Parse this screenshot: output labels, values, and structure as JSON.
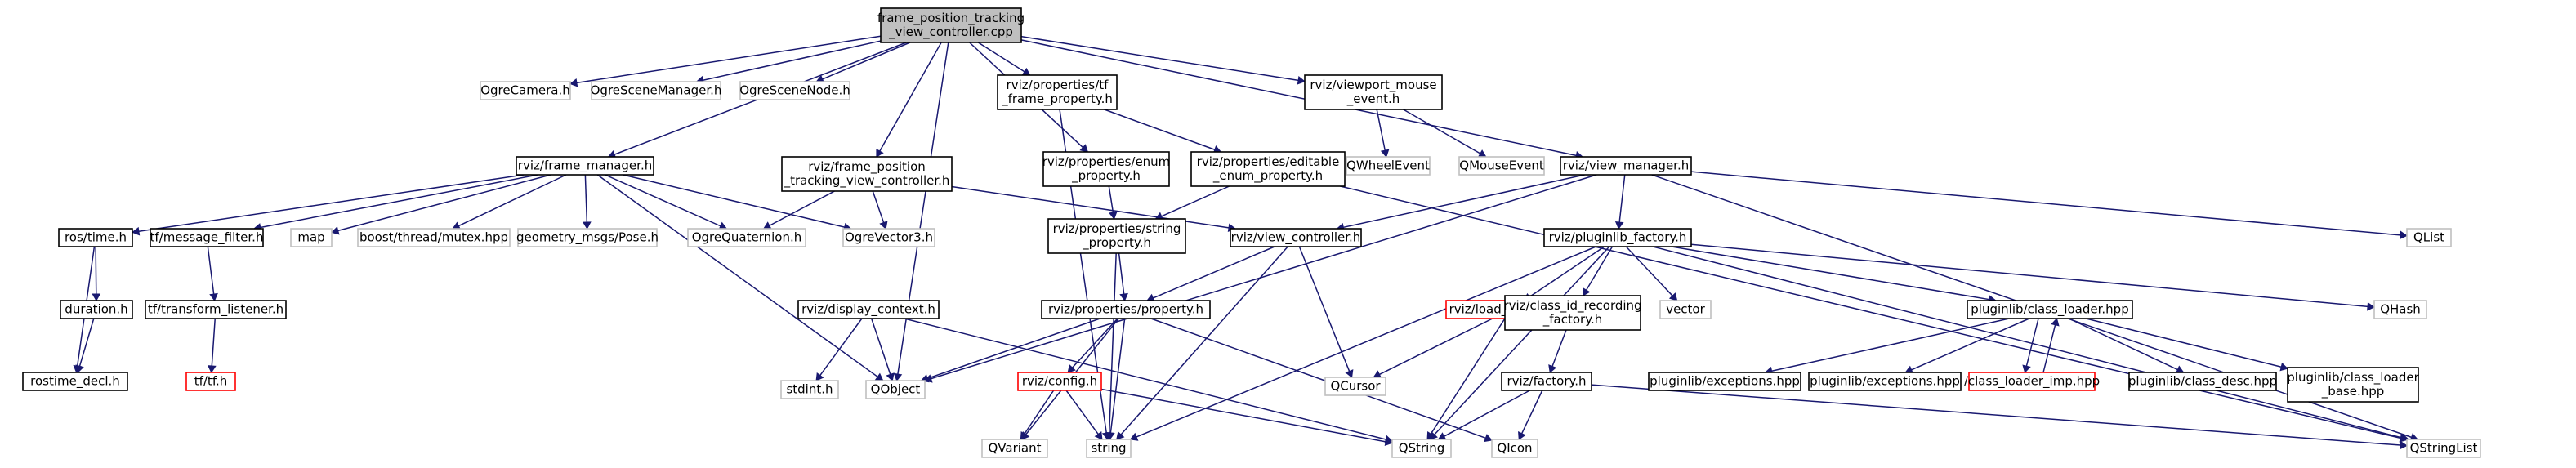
{
  "colors": {
    "edge": "#191970",
    "root_fill": "#bfbfbf",
    "node_fill": "#ffffff",
    "node_border": "#000000",
    "ext_border": "#bfbfbf",
    "missing_border": "#ff0000"
  },
  "nodes": [
    {
      "id": "root",
      "kind": "root",
      "lines": [
        "frame_position_tracking",
        "_view_controller.cpp"
      ]
    },
    {
      "id": "ogre_camera",
      "kind": "ext",
      "lines": [
        "OgreCamera.h"
      ]
    },
    {
      "id": "ogre_scene_manager",
      "kind": "ext",
      "lines": [
        "OgreSceneManager.h"
      ]
    },
    {
      "id": "ogre_scene_node",
      "kind": "ext",
      "lines": [
        "OgreSceneNode.h"
      ]
    },
    {
      "id": "tf_frame_property",
      "kind": "doc",
      "lines": [
        "rviz/properties/tf",
        "_frame_property.h"
      ]
    },
    {
      "id": "viewport_mouse_event",
      "kind": "doc",
      "lines": [
        "rviz/viewport_mouse",
        "_event.h"
      ]
    },
    {
      "id": "frame_manager",
      "kind": "doc",
      "lines": [
        "rviz/frame_manager.h"
      ]
    },
    {
      "id": "fptvc_h",
      "kind": "doc",
      "lines": [
        "rviz/frame_position",
        "_tracking_view_controller.h"
      ]
    },
    {
      "id": "enum_property",
      "kind": "doc",
      "lines": [
        "rviz/properties/enum",
        "_property.h"
      ]
    },
    {
      "id": "editable_enum_property",
      "kind": "doc",
      "lines": [
        "rviz/properties/editable",
        "_enum_property.h"
      ]
    },
    {
      "id": "qwheelevent",
      "kind": "ext",
      "lines": [
        "QWheelEvent"
      ]
    },
    {
      "id": "qmouseevent",
      "kind": "ext",
      "lines": [
        "QMouseEvent"
      ]
    },
    {
      "id": "view_manager",
      "kind": "doc",
      "lines": [
        "rviz/view_manager.h"
      ]
    },
    {
      "id": "ros_time",
      "kind": "doc",
      "lines": [
        "ros/time.h"
      ]
    },
    {
      "id": "message_filter",
      "kind": "doc",
      "lines": [
        "tf/message_filter.h"
      ]
    },
    {
      "id": "map",
      "kind": "ext",
      "lines": [
        "map"
      ]
    },
    {
      "id": "boost_mutex",
      "kind": "ext",
      "lines": [
        "boost/thread/mutex.hpp"
      ]
    },
    {
      "id": "geometry_pose",
      "kind": "ext",
      "lines": [
        "geometry_msgs/Pose.h"
      ]
    },
    {
      "id": "ogre_quaternion",
      "kind": "ext",
      "lines": [
        "OgreQuaternion.h"
      ]
    },
    {
      "id": "ogre_vector3",
      "kind": "ext",
      "lines": [
        "OgreVector3.h"
      ]
    },
    {
      "id": "string_property",
      "kind": "doc",
      "lines": [
        "rviz/properties/string",
        "_property.h"
      ]
    },
    {
      "id": "view_controller",
      "kind": "doc",
      "lines": [
        "rviz/view_controller.h"
      ]
    },
    {
      "id": "pluginlib_factory",
      "kind": "doc",
      "lines": [
        "rviz/pluginlib_factory.h"
      ]
    },
    {
      "id": "qlist",
      "kind": "ext",
      "lines": [
        "QList"
      ]
    },
    {
      "id": "duration",
      "kind": "doc",
      "lines": [
        "duration.h"
      ]
    },
    {
      "id": "transform_listener",
      "kind": "doc",
      "lines": [
        "tf/transform_listener.h"
      ]
    },
    {
      "id": "display_context",
      "kind": "doc",
      "lines": [
        "rviz/display_context.h"
      ]
    },
    {
      "id": "property_h",
      "kind": "doc",
      "lines": [
        "rviz/properties/property.h"
      ]
    },
    {
      "id": "load_resource",
      "kind": "missing",
      "lines": [
        "rviz/load_resource.h"
      ]
    },
    {
      "id": "class_id_recording",
      "kind": "doc",
      "lines": [
        "rviz/class_id_recording",
        "_factory.h"
      ]
    },
    {
      "id": "vector",
      "kind": "ext",
      "lines": [
        "vector"
      ]
    },
    {
      "id": "class_loader_hpp",
      "kind": "doc",
      "lines": [
        "pluginlib/class_loader.hpp"
      ]
    },
    {
      "id": "qhash",
      "kind": "ext",
      "lines": [
        "QHash"
      ]
    },
    {
      "id": "rostime_decl",
      "kind": "doc",
      "lines": [
        "rostime_decl.h"
      ]
    },
    {
      "id": "tf_tf",
      "kind": "missing",
      "lines": [
        "tf/tf.h"
      ]
    },
    {
      "id": "stdint",
      "kind": "ext",
      "lines": [
        "stdint.h"
      ]
    },
    {
      "id": "qobject",
      "kind": "ext-dark",
      "lines": [
        "QObject"
      ]
    },
    {
      "id": "config_h",
      "kind": "missing",
      "lines": [
        "rviz/config.h"
      ]
    },
    {
      "id": "qcursor",
      "kind": "ext",
      "lines": [
        "QCursor"
      ]
    },
    {
      "id": "factory_h",
      "kind": "doc",
      "lines": [
        "rviz/factory.h"
      ]
    },
    {
      "id": "exceptions1",
      "kind": "doc",
      "lines": [
        "pluginlib/exceptions.hpp"
      ]
    },
    {
      "id": "exceptions2",
      "kind": "doc",
      "lines": [
        "pluginlib/exceptions.hpp"
      ]
    },
    {
      "id": "class_loader_imp",
      "kind": "missing",
      "lines": [
        "/class_loader_imp.hpp"
      ]
    },
    {
      "id": "class_desc",
      "kind": "doc",
      "lines": [
        "pluginlib/class_desc.hpp"
      ]
    },
    {
      "id": "class_loader_base",
      "kind": "doc",
      "lines": [
        "pluginlib/class_loader",
        "_base.hpp"
      ]
    },
    {
      "id": "qvariant",
      "kind": "ext",
      "lines": [
        "QVariant"
      ]
    },
    {
      "id": "string",
      "kind": "ext",
      "lines": [
        "string"
      ]
    },
    {
      "id": "qstring",
      "kind": "ext",
      "lines": [
        "QString"
      ]
    },
    {
      "id": "qicon",
      "kind": "ext",
      "lines": [
        "QIcon"
      ]
    },
    {
      "id": "qstringlist",
      "kind": "ext",
      "lines": [
        "QStringList"
      ]
    }
  ],
  "edges": [
    [
      "root",
      "ogre_camera"
    ],
    [
      "root",
      "ogre_scene_manager"
    ],
    [
      "root",
      "ogre_scene_node"
    ],
    [
      "root",
      "tf_frame_property"
    ],
    [
      "root",
      "viewport_mouse_event"
    ],
    [
      "root",
      "frame_manager"
    ],
    [
      "root",
      "fptvc_h"
    ],
    [
      "root",
      "enum_property"
    ],
    [
      "root",
      "view_manager"
    ],
    [
      "root",
      "qobject"
    ],
    [
      "tf_frame_property",
      "editable_enum_property"
    ],
    [
      "tf_frame_property",
      "string"
    ],
    [
      "viewport_mouse_event",
      "qwheelevent"
    ],
    [
      "viewport_mouse_event",
      "qmouseevent"
    ],
    [
      "frame_manager",
      "ros_time"
    ],
    [
      "frame_manager",
      "message_filter"
    ],
    [
      "frame_manager",
      "map"
    ],
    [
      "frame_manager",
      "boost_mutex"
    ],
    [
      "frame_manager",
      "geometry_pose"
    ],
    [
      "frame_manager",
      "ogre_quaternion"
    ],
    [
      "frame_manager",
      "ogre_vector3"
    ],
    [
      "frame_manager",
      "qobject"
    ],
    [
      "fptvc_h",
      "ogre_quaternion"
    ],
    [
      "fptvc_h",
      "ogre_vector3"
    ],
    [
      "fptvc_h",
      "view_controller"
    ],
    [
      "enum_property",
      "string_property"
    ],
    [
      "editable_enum_property",
      "string_property"
    ],
    [
      "editable_enum_property",
      "qstringlist"
    ],
    [
      "view_manager",
      "view_controller"
    ],
    [
      "view_manager",
      "pluginlib_factory"
    ],
    [
      "view_manager",
      "qlist"
    ],
    [
      "view_manager",
      "qstringlist"
    ],
    [
      "view_manager",
      "qobject"
    ],
    [
      "ros_time",
      "duration"
    ],
    [
      "ros_time",
      "rostime_decl"
    ],
    [
      "duration",
      "rostime_decl"
    ],
    [
      "message_filter",
      "transform_listener"
    ],
    [
      "transform_listener",
      "tf_tf"
    ],
    [
      "string_property",
      "property_h"
    ],
    [
      "string_property",
      "string"
    ],
    [
      "view_controller",
      "property_h"
    ],
    [
      "view_controller",
      "qcursor"
    ],
    [
      "view_controller",
      "string"
    ],
    [
      "display_context",
      "stdint"
    ],
    [
      "display_context",
      "qobject"
    ],
    [
      "display_context",
      "qstring"
    ],
    [
      "property_h",
      "qobject"
    ],
    [
      "property_h",
      "config_h"
    ],
    [
      "property_h",
      "qvariant"
    ],
    [
      "property_h",
      "string"
    ],
    [
      "property_h",
      "qicon"
    ],
    [
      "config_h",
      "qvariant"
    ],
    [
      "config_h",
      "string"
    ],
    [
      "config_h",
      "qstring"
    ],
    [
      "pluginlib_factory",
      "load_resource"
    ],
    [
      "pluginlib_factory",
      "class_id_recording"
    ],
    [
      "pluginlib_factory",
      "vector"
    ],
    [
      "pluginlib_factory",
      "class_loader_hpp"
    ],
    [
      "pluginlib_factory",
      "qhash"
    ],
    [
      "pluginlib_factory",
      "qstring"
    ],
    [
      "pluginlib_factory",
      "qstringlist"
    ],
    [
      "pluginlib_factory",
      "string"
    ],
    [
      "load_resource",
      "qcursor"
    ],
    [
      "load_resource",
      "qstring"
    ],
    [
      "class_id_recording",
      "factory_h"
    ],
    [
      "factory_h",
      "qstring"
    ],
    [
      "factory_h",
      "qicon"
    ],
    [
      "factory_h",
      "qstringlist"
    ],
    [
      "class_loader_hpp",
      "exceptions1"
    ],
    [
      "class_loader_hpp",
      "exceptions2"
    ],
    [
      "class_loader_hpp",
      "class_loader_imp"
    ],
    [
      "class_loader_imp",
      "class_loader_hpp"
    ],
    [
      "class_loader_hpp",
      "class_desc"
    ],
    [
      "class_loader_hpp",
      "class_loader_base"
    ]
  ]
}
